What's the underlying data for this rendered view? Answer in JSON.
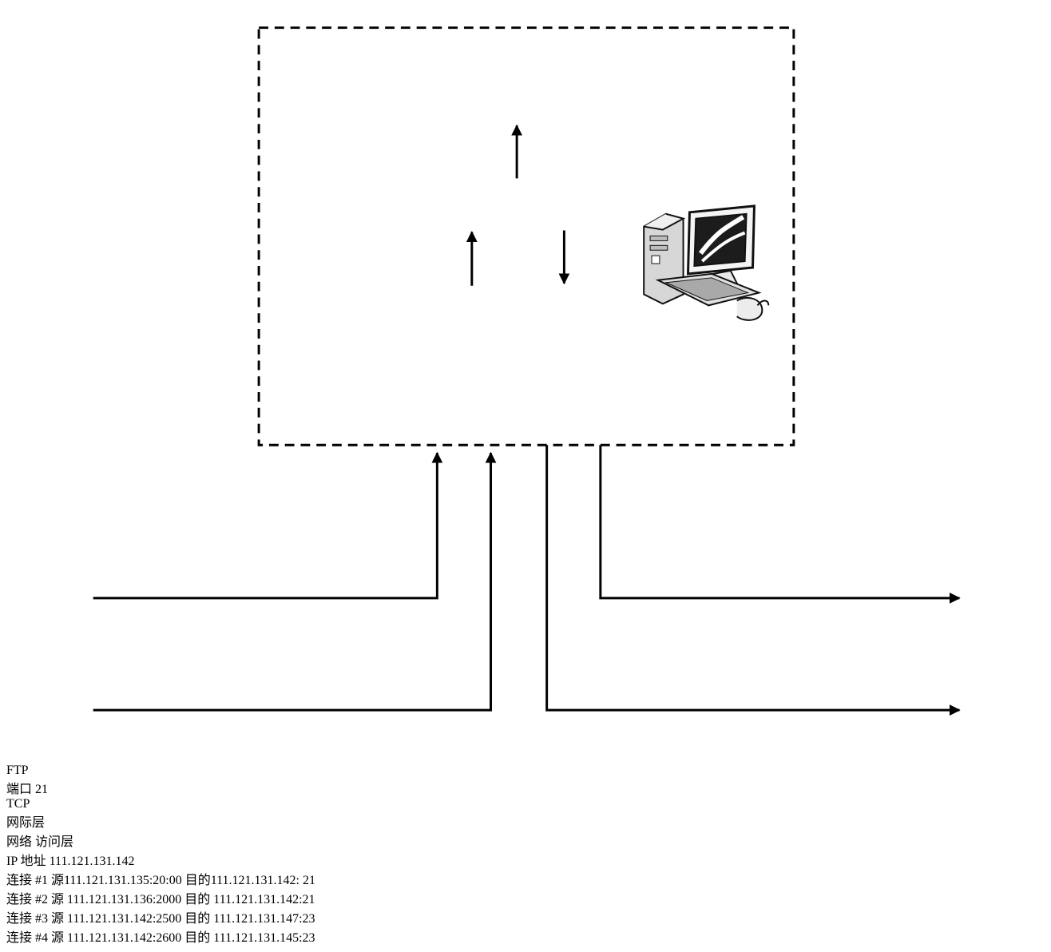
{
  "stack": {
    "ftp": "FTP",
    "tcp": "TCP",
    "internet_layer": "网际层",
    "network_access_layer_line1": "网络",
    "network_access_layer_line2": "访问层",
    "port_label": "端口 21"
  },
  "host": {
    "icon": "computer-icon",
    "ip_label": "IP 地址",
    "ip_address": "111.121.131.142"
  },
  "connections": [
    {
      "title": "连接 #1",
      "source": "源111.121.131.135:20:00",
      "destination": "目的111.121.131.142: 21"
    },
    {
      "title": "连接 #2",
      "source": "源 111.121.131.136:2000",
      "destination": "目的 111.121.131.142:21"
    },
    {
      "title": "连接 #3",
      "source": "源 111.121.131.142:2500",
      "destination": "目的 111.121.131.147:23"
    },
    {
      "title": "连接 #4",
      "source": "源 111.121.131.142:2600",
      "destination": "目的 111.121.131.145:23"
    }
  ]
}
